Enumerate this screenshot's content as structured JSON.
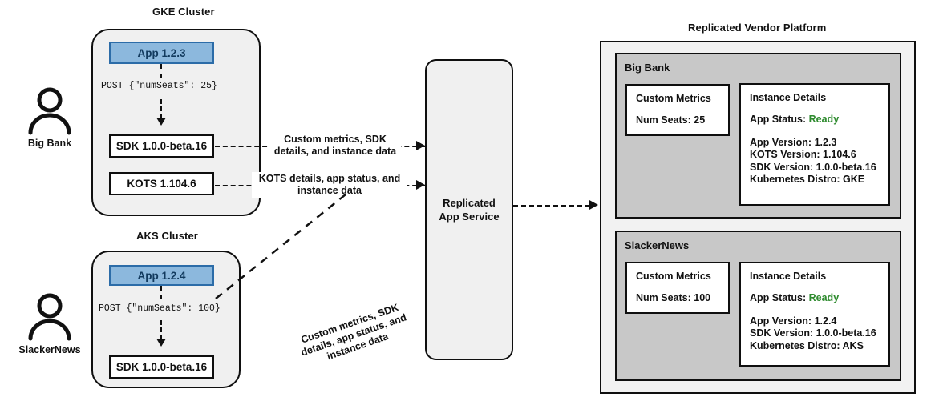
{
  "titles": {
    "gke_cluster": "GKE Cluster",
    "aks_cluster": "AKS Cluster",
    "vendor_platform": "Replicated Vendor Platform"
  },
  "actors": [
    {
      "id": "big-bank",
      "label": "Big Bank",
      "icon": "user-icon"
    },
    {
      "id": "slackernews",
      "label": "SlackerNews",
      "icon": "user-icon"
    }
  ],
  "gke": {
    "app": "App 1.2.3",
    "post": "POST {\"numSeats\": 25}",
    "sdk": "SDK 1.0.0-beta.16",
    "kots": "KOTS 1.104.6"
  },
  "aks": {
    "app": "App 1.2.4",
    "post": "POST {\"numSeats\": 100}",
    "sdk": "SDK 1.0.0-beta.16"
  },
  "edges": {
    "sdk_to_service": "Custom metrics, SDK\ndetails, and instance data",
    "kots_to_service": "KOTS details, app status, and\ninstance data",
    "aks_to_service": "Custom metrics, SDK\ndetails, app status, and\ninstance data"
  },
  "service": {
    "label": "Replicated\nApp Service"
  },
  "tenants": [
    {
      "name": "Big Bank",
      "metrics": {
        "heading": "Custom Metrics",
        "row": "Num Seats: 25"
      },
      "details": {
        "heading": "Instance Details",
        "status_label": "App Status:",
        "status_value": "Ready",
        "rows": [
          "App Version: 1.2.3",
          "KOTS Version: 1.104.6",
          "SDK Version: 1.0.0-beta.16",
          "Kubernetes Distro: GKE"
        ]
      }
    },
    {
      "name": "SlackerNews",
      "metrics": {
        "heading": "Custom Metrics",
        "row": "Num Seats: 100"
      },
      "details": {
        "heading": "Instance Details",
        "status_label": "App Status:",
        "status_value": "Ready",
        "rows": [
          "App Version: 1.2.4",
          "SDK Version: 1.0.0-beta.16",
          "Kubernetes Distro: AKS"
        ]
      }
    }
  ],
  "colors": {
    "app_fill": "#8cb8dd",
    "app_border": "#2c6ca8",
    "cluster_fill": "#f0f0f0",
    "tenant_fill": "#c8c8c8",
    "platform_fill": "#f2f2f2",
    "ready_green": "#2f8b2f",
    "stroke": "#0f0f0f"
  }
}
